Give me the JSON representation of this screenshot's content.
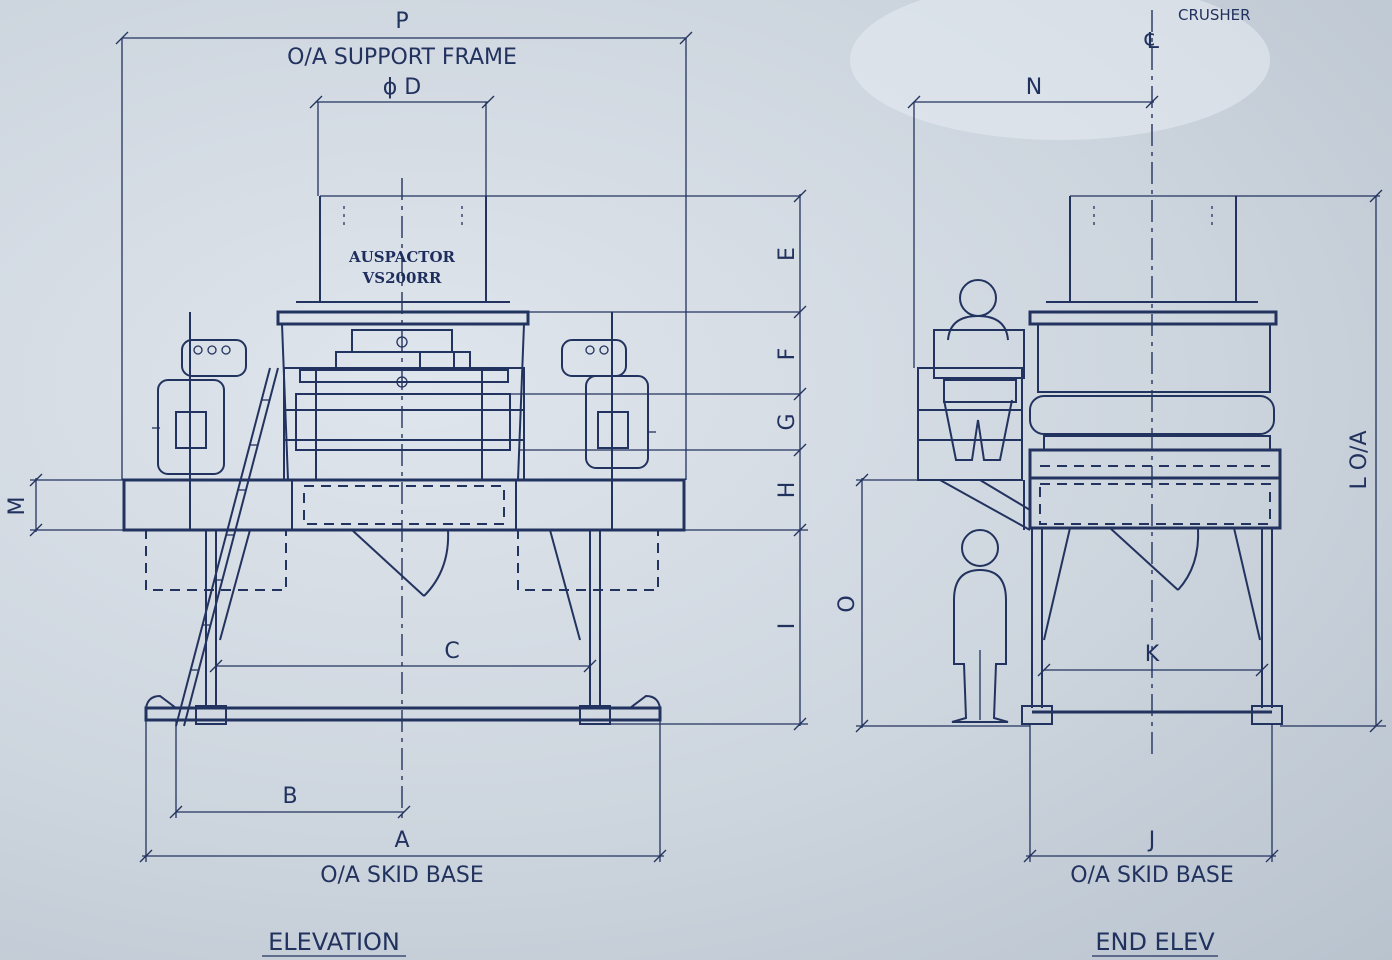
{
  "elevation": {
    "dims": {
      "P": "P",
      "support_frame": "O/A SUPPORT FRAME",
      "D": "ϕ D",
      "E": "E",
      "F": "F",
      "G": "G",
      "H": "H",
      "I": "I",
      "M": "M",
      "C": "C",
      "B": "B",
      "A": "A",
      "skid_base": "O/A SKID BASE"
    },
    "brand_line1": "AUSPACTOR",
    "brand_line2": "VS200RR",
    "title": "ELEVATION"
  },
  "end_elev": {
    "dims": {
      "N": "N",
      "L": "L O/A",
      "O": "O",
      "K": "K",
      "J": "J",
      "skid_base": "O/A SKID BASE"
    },
    "centerline_symbol": "℄",
    "centerline_label": "CRUSHER",
    "title": "END ELEV"
  },
  "colors": {
    "line": "#23335f",
    "background": "#cdd5de"
  }
}
